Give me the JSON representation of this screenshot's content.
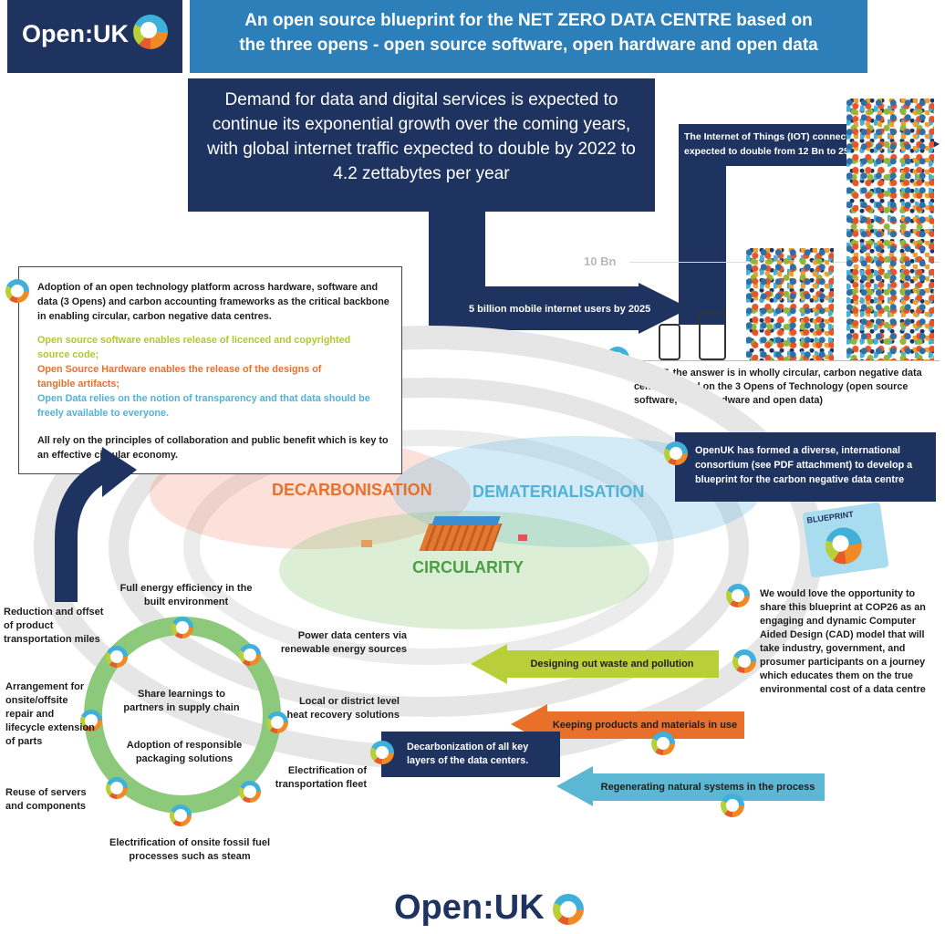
{
  "header": {
    "logo_text": "Open:UK",
    "title_line1": "An open source blueprint for the NET ZERO DATA CENTRE based on",
    "title_line2": "the three opens - open source software, open hardware and open data"
  },
  "demand_box": "Demand for data and digital services is expected to continue its exponential growth over the coming years, with global internet traffic expected to double by 2022 to 4.2 zettabytes per year",
  "iot_text": "The Internet of Things (IOT) connections is expected to double from 12 Bn to 25 Bn",
  "axis_label": "10 Bn",
  "mobile_text": "5 billion mobile internet users by 2025",
  "ict_text": "For ICT, the answer is in wholly circular, carbon negative data centers based on the 3 Opens of Technology (open source software, open hardware and open data)",
  "adoption_box": {
    "intro": "Adoption of an open technology platform across hardware, software and data (3 Opens) and carbon accounting frameworks as the critical backbone in enabling circular, carbon negative data centres.",
    "oss": "Open source software enables release of licenced and copyrighted source code;",
    "osh": "Open Source Hardware enables the release of the designs of tangible artifacts;",
    "od": "Open Data relies on the notion of transparency and that data should be freely available to everyone.",
    "outro": "All rely on the principles of collaboration and public benefit which is key to an effective circular economy."
  },
  "venn": {
    "decarbonisation": "DECARBONISATION",
    "dematerialisation": "DEMATERIALISATION",
    "circularity": "CIRCULARITY"
  },
  "consortium_text": "OpenUK has formed a diverse, international consortium (see PDF attachment) to develop a blueprint for the carbon negative data centre",
  "blueprint_tag": "BLUEPRINT",
  "cop26_text": "We would love the opportunity to share this blueprint at COP26 as an engaging and dynamic Computer Aided Design (CAD) model that will take industry, government, and prosumer participants on a journey which educates them on the true environmental cost of a data centre",
  "arrows": {
    "designing": "Designing out waste and pollution",
    "keeping": "Keeping products and materials in use",
    "regenerating": "Regenerating natural systems in the process"
  },
  "decarb_box": "Decarbonization of all key layers of the data centers.",
  "cycle": {
    "top": "Full energy efficiency in the built environment",
    "power": "Power data centers via renewable energy sources",
    "heat": "Local or district level heat recovery solutions",
    "fleet": "Electrification of transportation fleet",
    "steam": "Electrification of onsite fossil fuel processes such as steam",
    "reuse": "Reuse of servers and components",
    "repair": "Arrangement for onsite/offsite repair and lifecycle extension of parts",
    "transport": "Reduction and offset of product transportation miles",
    "share": "Share learnings to partners in supply chain",
    "packaging": "Adoption of responsible packaging solutions"
  },
  "footer_logo": "Open:UK",
  "colors": {
    "navy": "#1f3361",
    "header_blue": "#2c7fb8",
    "lime": "#b9cf3a",
    "orange": "#e8702a",
    "cyan": "#5bb7d3",
    "green_ring": "#8cc97a"
  }
}
